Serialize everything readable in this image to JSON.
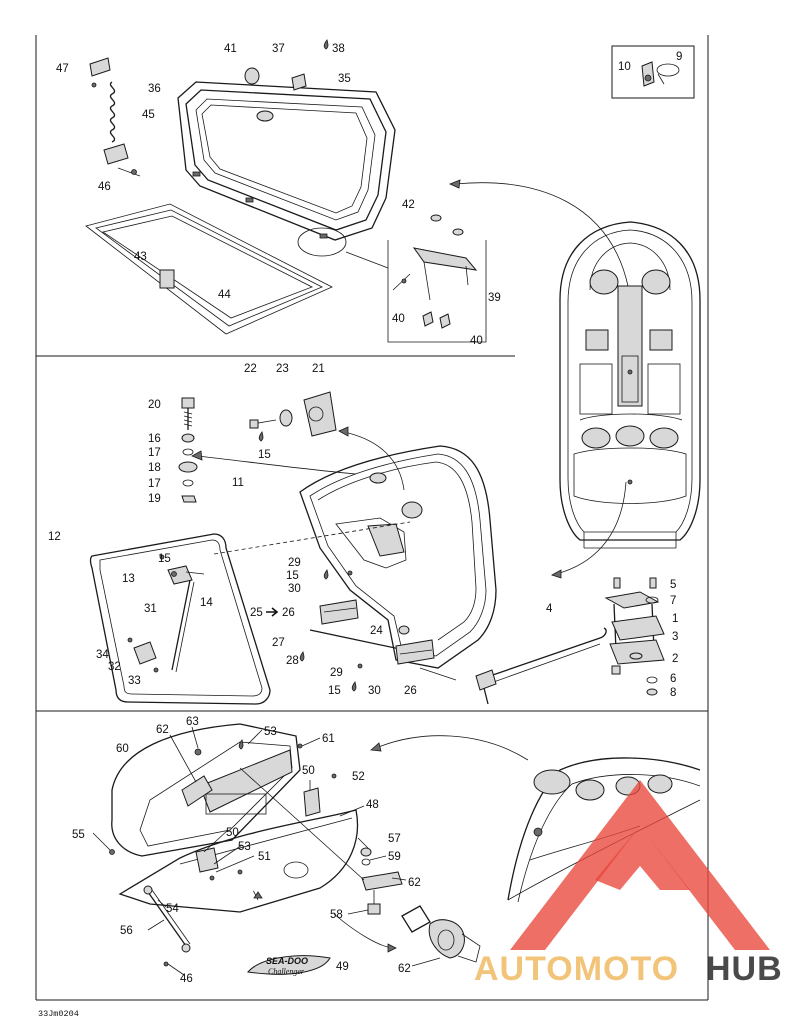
{
  "diagram": {
    "drawing_code": "33Jm0204",
    "callouts": {
      "c47": "47",
      "c45": "45",
      "c46a": "46",
      "c41": "41",
      "c37": "37",
      "c38": "38",
      "c35": "35",
      "c36": "36",
      "c43": "43",
      "c44": "44",
      "c42": "42",
      "c39": "39",
      "c40a": "40",
      "c40b": "40",
      "c10": "10",
      "c9": "9",
      "c22": "22",
      "c23": "23",
      "c21": "21",
      "c20": "20",
      "c16": "16",
      "c17a": "17",
      "c18": "18",
      "c17b": "17",
      "c19": "19",
      "c15a": "15",
      "c11": "11",
      "c12": "12",
      "c15b": "15",
      "c13": "13",
      "c14": "14",
      "c31": "31",
      "c34": "34",
      "c32": "32",
      "c33": "33",
      "c29a": "29",
      "c15c": "15",
      "c30a": "30",
      "c25": "25",
      "c26a": "26",
      "c27": "27",
      "c24": "24",
      "c28": "28",
      "c29b": "29",
      "c15d": "15",
      "c30b": "30",
      "c26b": "26",
      "c4": "4",
      "c5": "5",
      "c7": "7",
      "c1": "1",
      "c3": "3",
      "c2": "2",
      "c6": "6",
      "c8": "8",
      "c62a": "62",
      "c63": "63",
      "c53a": "53",
      "c61": "61",
      "c60": "60",
      "c50a": "50",
      "c52": "52",
      "c48": "48",
      "c55": "55",
      "c50b": "50",
      "c53b": "53",
      "c51": "51",
      "c57": "57",
      "c59": "59",
      "c62b": "62",
      "c54": "54",
      "c58": "58",
      "c56": "56",
      "c46b": "46",
      "c49": "49",
      "c62c": "62"
    }
  },
  "badge": {
    "line1": "SEA-DOO",
    "line2": "Challenger"
  },
  "watermark": {
    "part1": "AUTOMOTO",
    "part2": "HUB",
    "color1": "#f2c47a",
    "color2": "#4a4a4a",
    "logo_color": "#e8463b"
  }
}
